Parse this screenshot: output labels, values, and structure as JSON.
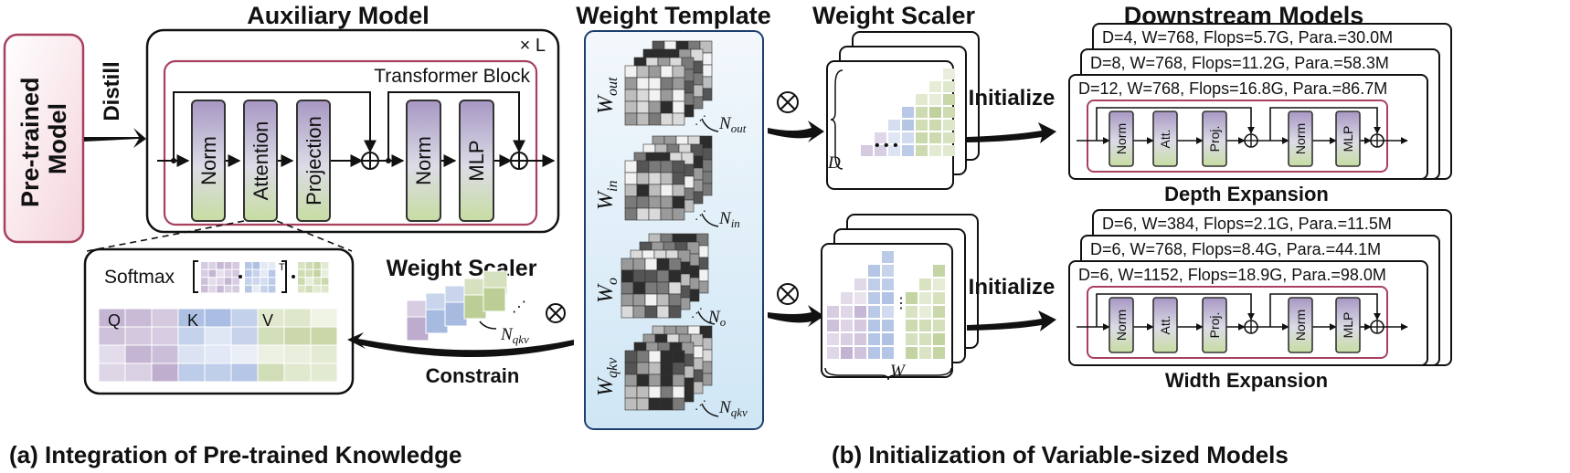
{
  "headers": {
    "auxiliary": "Auxiliary Model",
    "template": "Weight Template",
    "scaler": "Weight Scaler",
    "downstream": "Downstream Models"
  },
  "pretrained": "Pre-trained Model",
  "distill": "Distill",
  "repeat": "× L",
  "transformer_block": "Transformer Block",
  "blocks": [
    "Norm",
    "Attention",
    "Projection",
    "Norm",
    "MLP"
  ],
  "attention_detail": {
    "softmax": "Softmax",
    "transpose": "T",
    "labels": [
      "Q",
      "K",
      "V"
    ]
  },
  "scaler_label": "Weight Scaler",
  "constrain": "Constrain",
  "otimes": "⊗",
  "templates": [
    {
      "w": "W",
      "sub": "out",
      "n": "N",
      "nsub": "out"
    },
    {
      "w": "W",
      "sub": "in",
      "n": "N",
      "nsub": "in"
    },
    {
      "w": "W",
      "sub": "o",
      "n": "N",
      "nsub": "o"
    },
    {
      "w": "W",
      "sub": "qkv",
      "n": "N",
      "nsub": "qkv"
    }
  ],
  "nqkv_left": {
    "n": "N",
    "sub": "qkv"
  },
  "dim_d": "D",
  "dim_w": "W",
  "initialize": "Initialize",
  "depth_models": [
    "D=4, W=768, Flops=5.7G, Para.=30.0M",
    "D=8, W=768, Flops=11.2G, Para.=58.3M",
    "D=12, W=768, Flops=16.8G, Para.=86.7M"
  ],
  "width_models": [
    "D=6, W=384, Flops=2.1G, Para.=11.5M",
    "D=6, W=768, Flops=8.4G, Para.=44.1M",
    "D=6, W=1152, Flops=18.9G, Para.=98.0M"
  ],
  "small_blocks": [
    "Norm",
    "Att.",
    "Proj.",
    "Norm",
    "MLP"
  ],
  "depth_expansion": "Depth Expansion",
  "width_expansion": "Width Expansion",
  "caption_a": "(a)  Integration of Pre-trained Knowledge",
  "caption_b": "(b)  Initialization of Variable-sized Models",
  "colors": {
    "purple": "#b6a3c8",
    "blue": "#9db3dd",
    "green": "#b5c98a",
    "border_red": "#a8405e",
    "template_bg": "#dfeef8"
  }
}
